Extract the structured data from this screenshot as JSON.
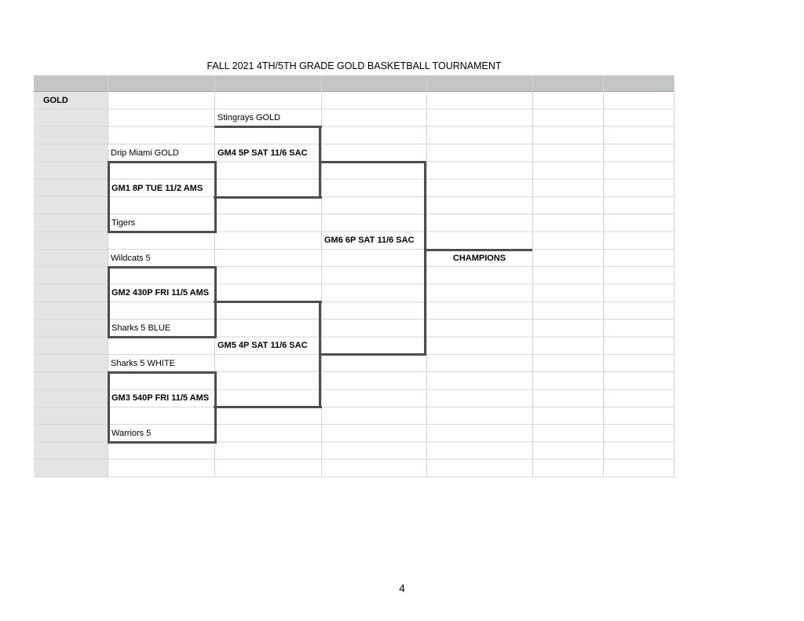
{
  "title": "FALL 2021 4TH/5TH GRADE GOLD BASKETBALL TOURNAMENT",
  "page_number": "4",
  "bracket": {
    "division_label": "GOLD",
    "champions_label": "CHAMPIONS",
    "round1": {
      "bye_team": "Stingrays GOLD",
      "gm1": {
        "label": "GM1 8P TUE 11/2 AMS",
        "team_top": "Drip Miami GOLD",
        "team_bottom": "Tigers"
      },
      "gm2": {
        "label": "GM2 430P FRI 11/5 AMS",
        "team_top": "Wildcats 5",
        "team_bottom": "Sharks 5 BLUE"
      },
      "gm3": {
        "label": "GM3 540P FRI 11/5 AMS",
        "team_top": "Sharks 5 WHITE",
        "team_bottom": "Warriors 5"
      }
    },
    "round2": {
      "gm4": {
        "label": "GM4 5P SAT 11/6 SAC"
      },
      "gm5": {
        "label": "GM5 4P SAT 11/6 SAC"
      }
    },
    "final": {
      "gm6": {
        "label": "GM6 6P SAT 11/6 SAC"
      }
    }
  },
  "colors": {
    "header_band": "#c3c6c5",
    "row_header_column": "#e4e4e4",
    "gridline": "#d6d6d6",
    "band_border": "#9e9e9e",
    "bracket_line": "#4d4d4d"
  }
}
